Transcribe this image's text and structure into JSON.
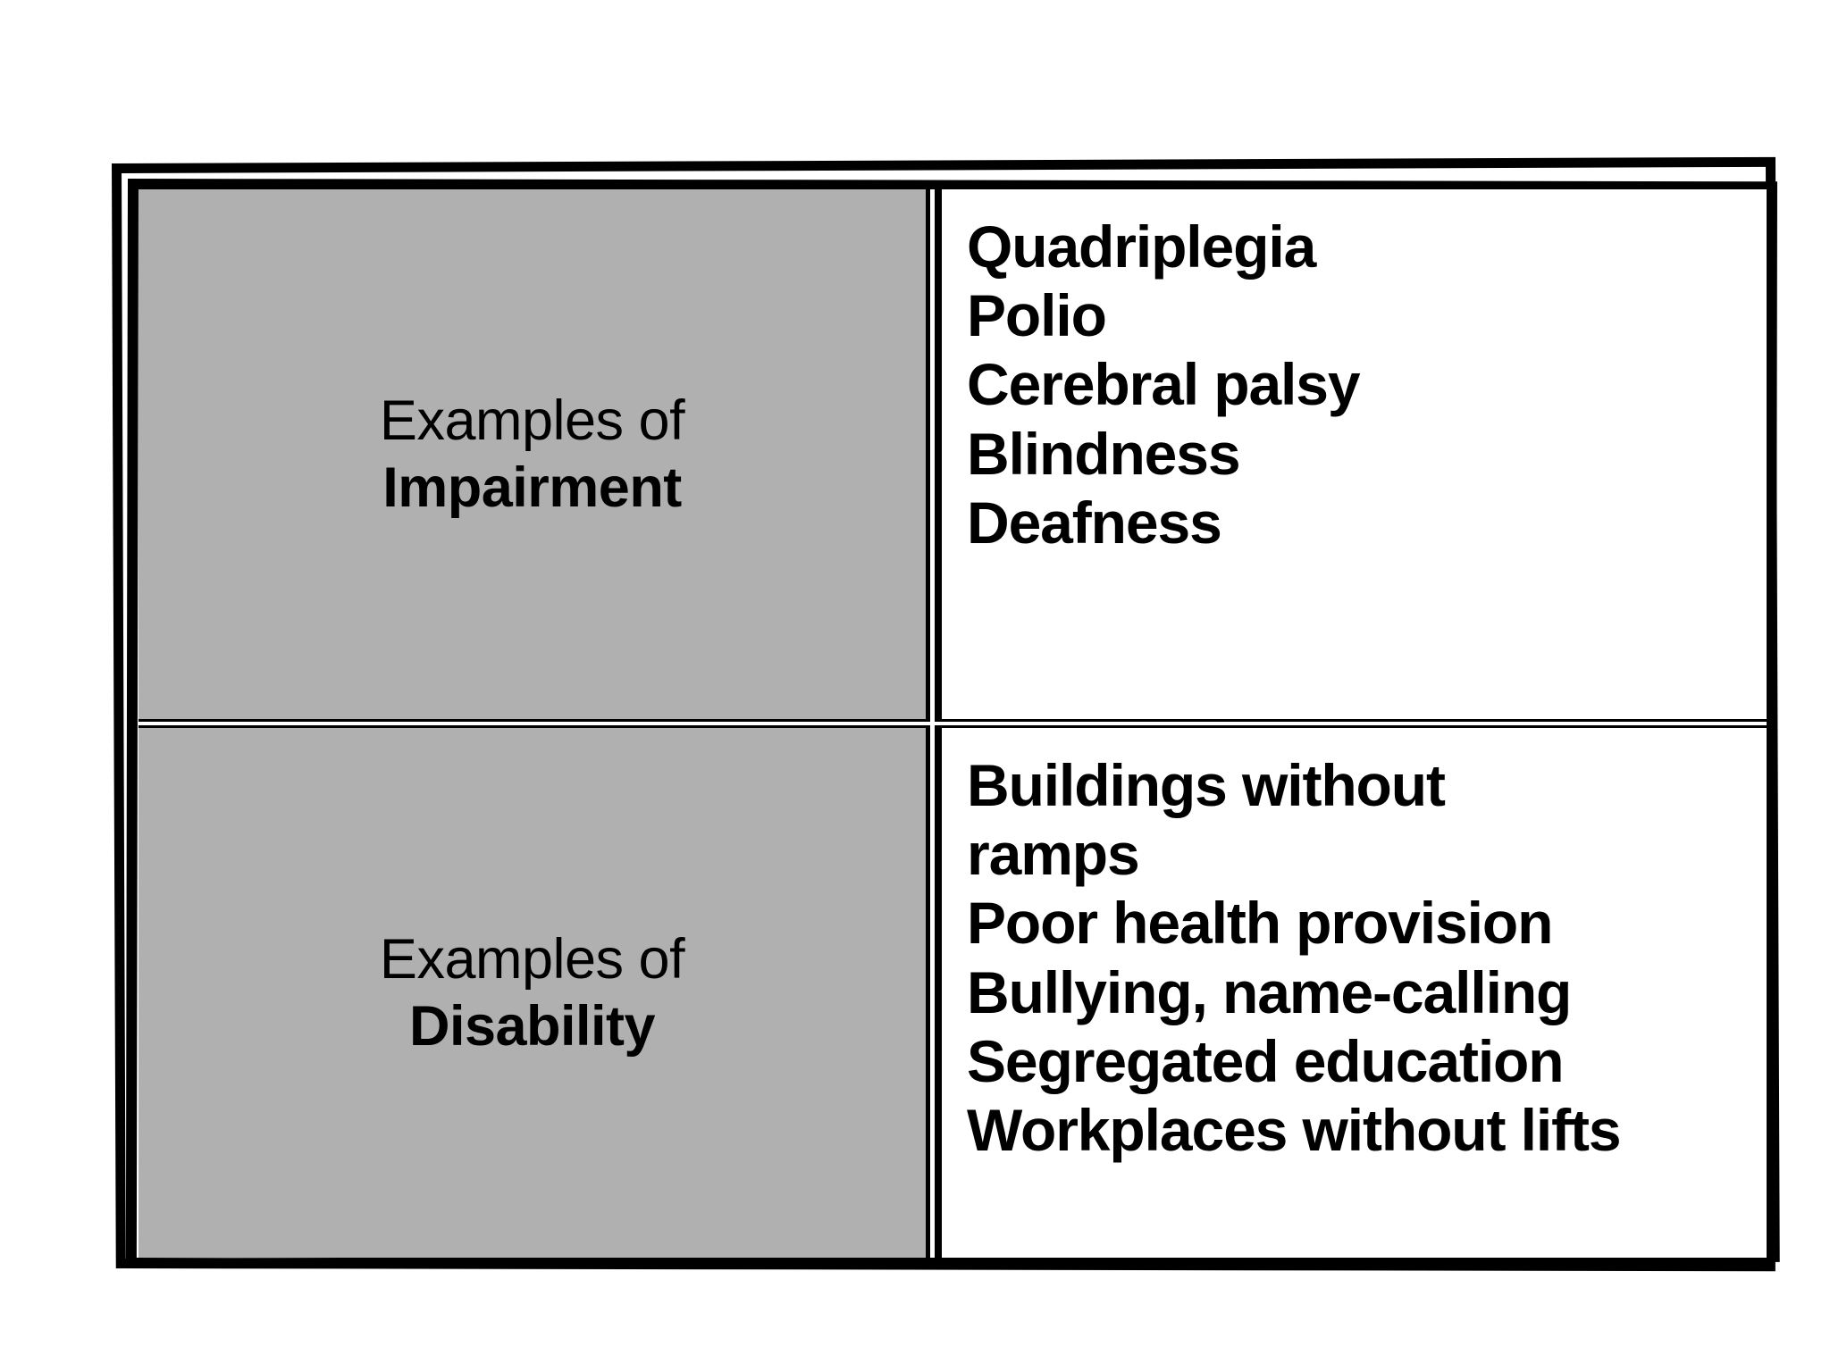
{
  "diagram": {
    "type": "two-by-two-table",
    "colors": {
      "shaded_cell_background": "#b0b0b0",
      "plain_cell_background": "#ffffff",
      "border": "#000000",
      "text": "#000000"
    },
    "rows": [
      {
        "label_prefix": "Examples of",
        "label_term": "Impairment",
        "items": [
          "Quadriplegia",
          "Polio",
          "Cerebral palsy",
          "Blindness",
          "Deafness"
        ]
      },
      {
        "label_prefix": "Examples of",
        "label_term": "Disability",
        "items": [
          "Buildings without ramps",
          "Poor health provision",
          "Bullying, name-calling",
          "Segregated education",
          "Workplaces without lifts"
        ]
      }
    ]
  }
}
